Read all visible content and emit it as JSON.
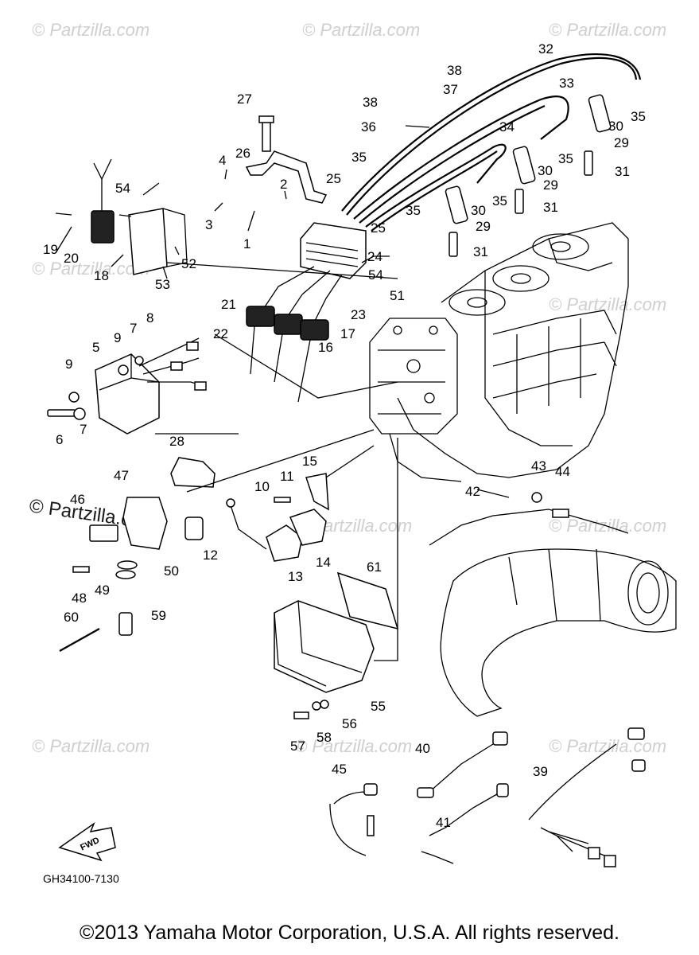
{
  "diagram": {
    "reference_code": "GH34100-7130",
    "fwd_label": "FWD",
    "watermark": "© Partzilla.com",
    "watermark_prominent": "© Partzilla.com",
    "copyright": "©2013 Yamaha Motor Corporation, U.S.A. All rights reserved.",
    "callouts": [
      "1",
      "2",
      "3",
      "4",
      "5",
      "6",
      "7",
      "7",
      "8",
      "9",
      "9",
      "10",
      "11",
      "12",
      "13",
      "14",
      "15",
      "16",
      "17",
      "18",
      "19",
      "20",
      "21",
      "22",
      "23",
      "24",
      "25",
      "25",
      "26",
      "27",
      "28",
      "29",
      "29",
      "29",
      "30",
      "30",
      "30",
      "31",
      "31",
      "31",
      "32",
      "33",
      "34",
      "35",
      "35",
      "35",
      "35",
      "35",
      "36",
      "37",
      "38",
      "38",
      "39",
      "40",
      "41",
      "42",
      "43",
      "44",
      "45",
      "46",
      "47",
      "48",
      "49",
      "50",
      "51",
      "52",
      "53",
      "54",
      "54",
      "55",
      "56",
      "57",
      "58",
      "59",
      "60",
      "61"
    ]
  }
}
